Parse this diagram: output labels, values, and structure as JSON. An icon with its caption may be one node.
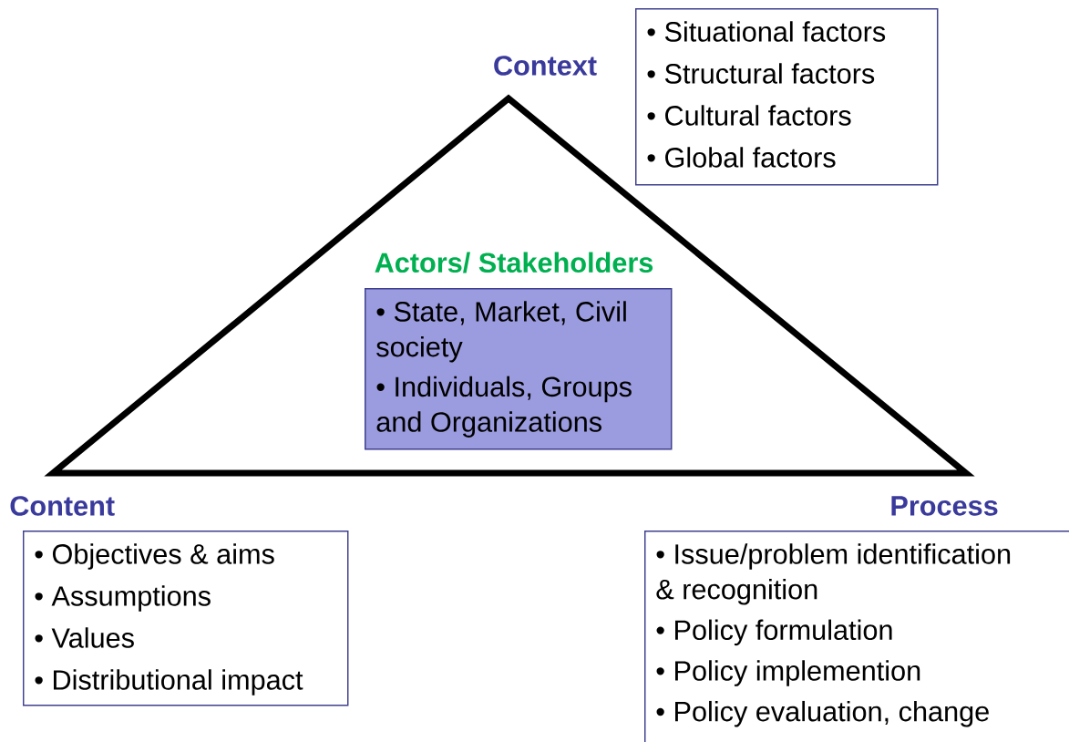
{
  "diagram": {
    "nodes": [
      {
        "text": [],
        "shape": "triangle"
      },
      {
        "text": [
          "Context",
          "• Situational factors",
          "• Structural factors",
          "• Cultural factors",
          "• Global factors"
        ]
      },
      {
        "text": [
          "Actors/ Stakeholders",
          "•  State, Market, Civil society",
          "• Individuals, Groups and Organizations"
        ],
        "in": 0
      },
      {
        "text": [
          "Content",
          "• Objectives & aims",
          "• Assumptions",
          "• Values",
          "• Distributional impact"
        ]
      },
      {
        "text": [
          "Process",
          "• Issue/problem identification & recognition",
          "• Policy formulation",
          "• Policy implemention",
          "• Policy evaluation, change"
        ]
      }
    ]
  }
}
